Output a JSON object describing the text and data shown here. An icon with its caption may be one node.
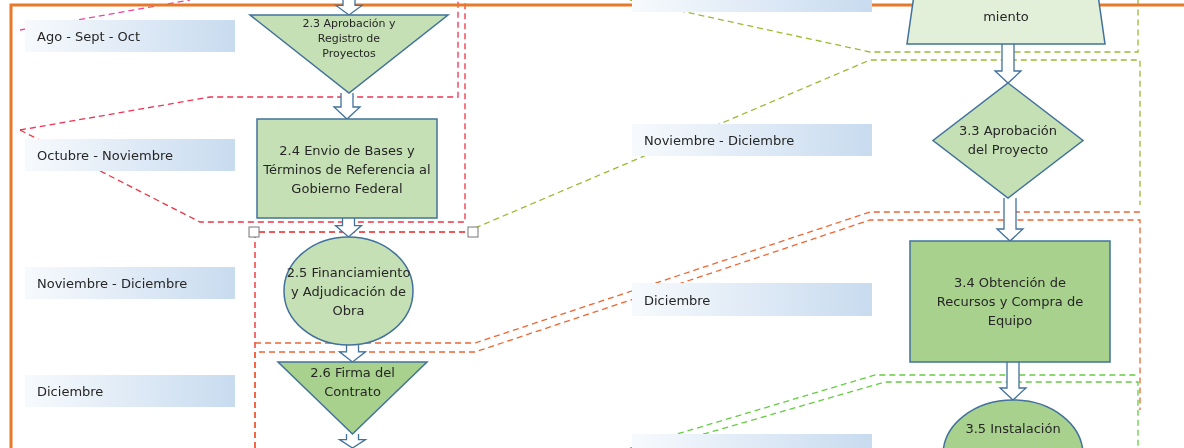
{
  "diagram": {
    "nodes": [
      {
        "text": [
          "Ago - Sept - Oct"
        ]
      },
      {
        "text": [
          "2.3 Aprobación y Registro de Proyectos"
        ]
      },
      {
        "text": [
          "Octubre - Noviembre"
        ]
      },
      {
        "text": [
          "2.4 Envio de Bases y Términos de Referencia al Gobierno Federal"
        ]
      },
      {
        "text": [
          "Noviembre - Diciembre"
        ]
      },
      {
        "text": [
          "2.5 Financiamiento y Adjudicación de Obra"
        ]
      },
      {
        "text": [
          "Diciembre"
        ]
      },
      {
        "text": [
          "2.6 Firma del Contrato"
        ]
      },
      {
        "text": [
          "miento"
        ]
      },
      {
        "text": [
          "Noviembre - Diciembre"
        ]
      },
      {
        "text": [
          "3.3 Aprobación del Proyecto"
        ]
      },
      {
        "text": [
          "Diciembre"
        ]
      },
      {
        "text": [
          "3.4 Obtención de Recursos y Compra de Equipo"
        ]
      },
      {
        "text": [
          "3.5 Instalación"
        ]
      },
      {
        "text": [],
        "shape": "bar"
      },
      {
        "text": [],
        "shape": "bar"
      }
    ],
    "edges": [
      {
        "from": null,
        "to": 1,
        "arrow": "to"
      },
      {
        "from": 1,
        "to": 3,
        "arrow": "to"
      },
      {
        "from": 3,
        "to": 5,
        "arrow": "to"
      },
      {
        "from": 5,
        "to": 7,
        "arrow": "to"
      },
      {
        "from": 7,
        "to": null,
        "arrow": "to"
      },
      {
        "from": 8,
        "to": 10,
        "arrow": "to"
      },
      {
        "from": 10,
        "to": 12,
        "arrow": "to"
      },
      {
        "from": 12,
        "to": 13,
        "arrow": "to"
      }
    ]
  }
}
